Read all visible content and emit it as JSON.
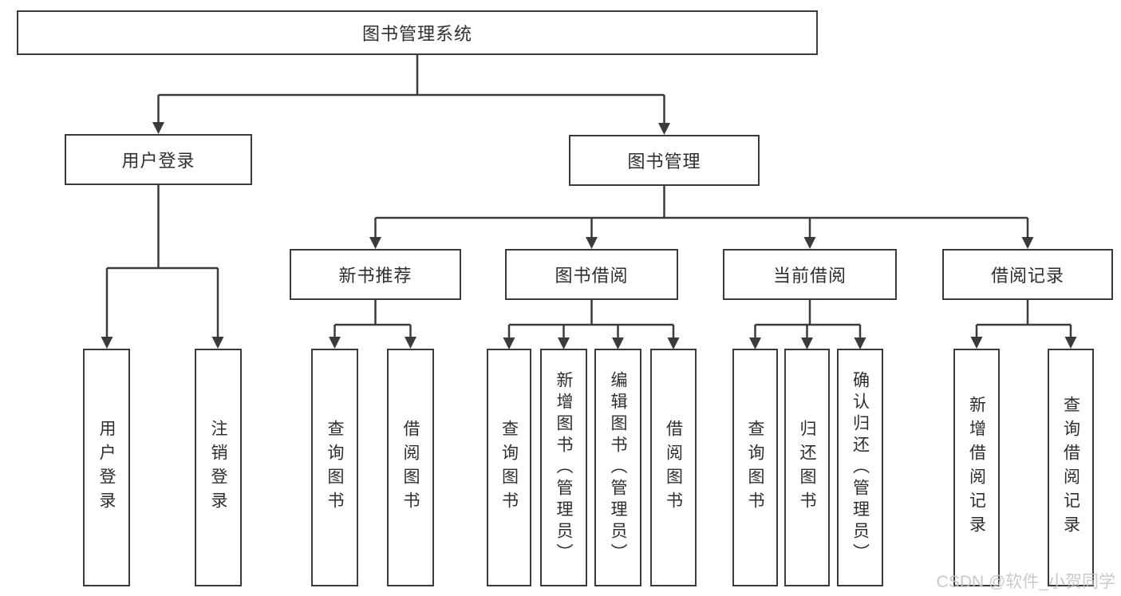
{
  "diagram": {
    "title": "图书管理系统",
    "branches": {
      "user_login": {
        "label": "用户登录",
        "children": {
          "login": "用户登录",
          "logout": "注销登录"
        }
      },
      "book_mgmt": {
        "label": "图书管理",
        "sections": {
          "new_book": {
            "label": "新书推荐",
            "children": {
              "query": "查询图书",
              "borrow": "借阅图书"
            }
          },
          "borrowing": {
            "label": "图书借阅",
            "children": {
              "query": "查询图书",
              "add": "新增图书（管理员）",
              "edit": "编辑图书（管理员）",
              "borrow": "借阅图书"
            }
          },
          "current": {
            "label": "当前借阅",
            "children": {
              "query": "查询图书",
              "return": "归还图书",
              "confirm": "确认归还（管理员）"
            }
          },
          "records": {
            "label": "借阅记录",
            "children": {
              "add": "新增借阅记录",
              "query": "查询借阅记录"
            }
          }
        }
      }
    }
  },
  "watermark": "CSDN @软件_小贺同学",
  "colors": {
    "line": "#3b3b3b",
    "text": "#2e2e2e",
    "watermark": "#c5c5c5",
    "background": "#ffffff"
  }
}
